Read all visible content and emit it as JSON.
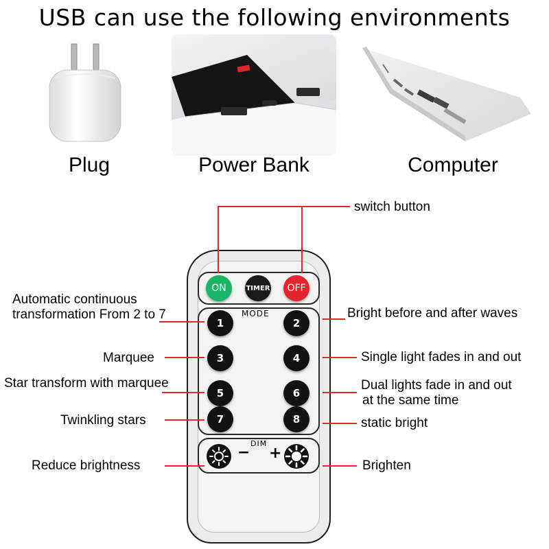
{
  "title": "USB can use the following environments",
  "environments": {
    "plug": "Plug",
    "power_bank": "Power Bank",
    "computer": "Computer"
  },
  "remote": {
    "on": "ON",
    "timer": "TIMER",
    "off": "OFF",
    "mode": "MODE",
    "dim": "DIM",
    "minus": "−",
    "plus": "+",
    "modes": [
      "1",
      "2",
      "3",
      "4",
      "5",
      "6",
      "7",
      "8"
    ]
  },
  "annotations": {
    "switch_button": "switch button",
    "auto_line1": "Automatic continuous",
    "auto_line2": "transformation From 2 to 7",
    "bright_waves": "Bright before and after waves",
    "marquee": "Marquee",
    "single_fade": "Single light fades in and out",
    "star_marquee": "Star transform with marquee",
    "dual_line1": "Dual lights fade in and out",
    "dual_line2": "at the same time",
    "twinkling": "Twinkling stars",
    "static_bright": "static bright",
    "reduce": "Reduce brightness",
    "brighten": "Brighten"
  },
  "colors": {
    "leader_line": "#e1262d",
    "on": "#19b465",
    "off": "#e3262d",
    "button": "#121212"
  },
  "icons": {
    "reduce": "sun-outline-icon",
    "brighten": "sun-filled-icon"
  }
}
